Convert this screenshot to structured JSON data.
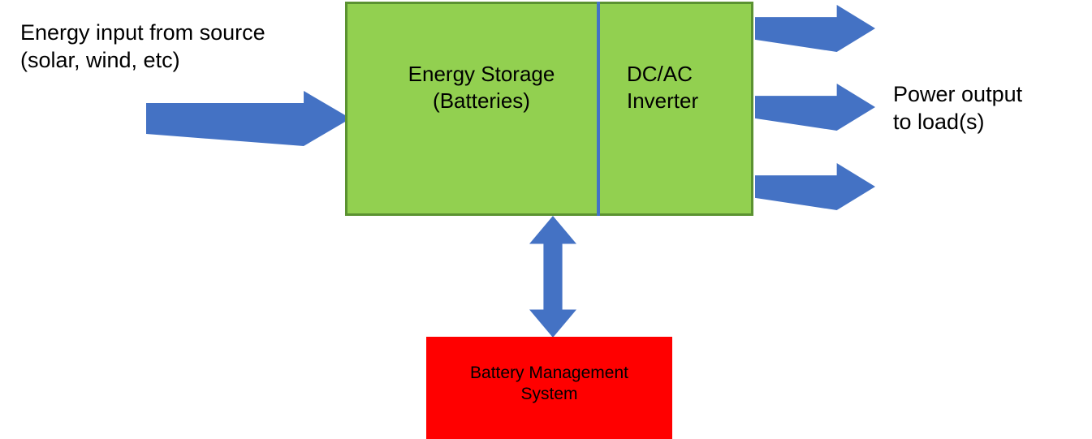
{
  "labels": {
    "input": "Energy input from source\n(solar, wind, etc)",
    "storage": "Energy Storage\n(Batteries)",
    "inverter": "DC/AC\nInverter",
    "output": "Power output\nto load(s)",
    "bms": "Battery Management\nSystem"
  },
  "colors": {
    "box_green": "#92D050",
    "box_border_green": "#5B9231",
    "arrow_blue": "#4472C4",
    "bms_red": "#FF0000"
  }
}
